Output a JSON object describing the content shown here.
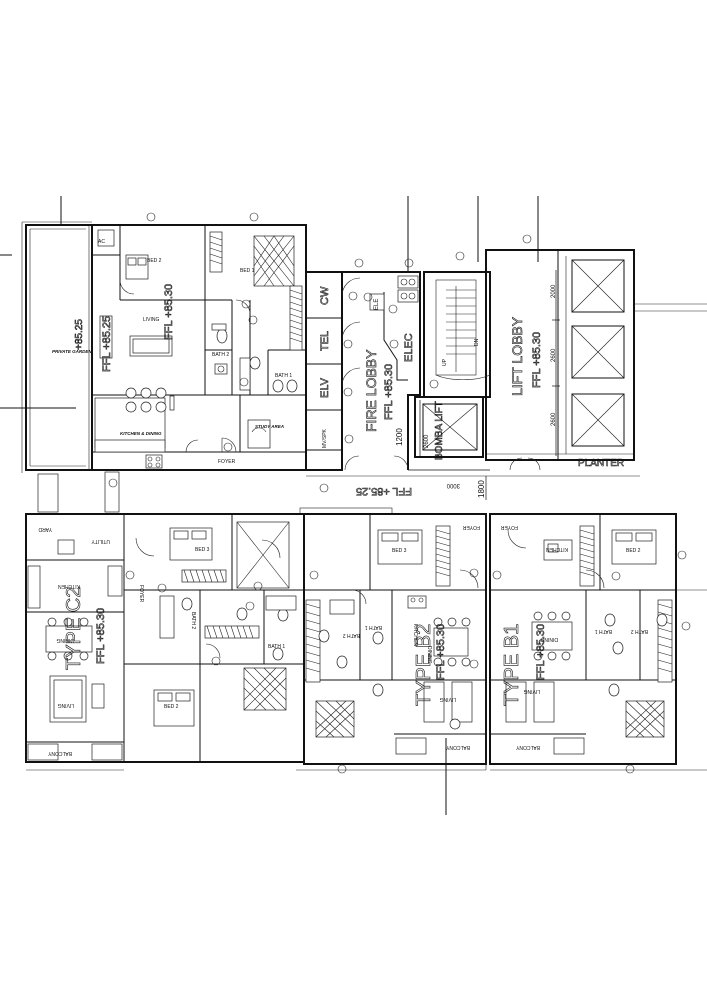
{
  "labels": {
    "ac": "AC",
    "bed2_top": "BED 2",
    "bed1_top": "BED 1",
    "living_top": "LIVING",
    "bath2_top": "BATH 2",
    "bath1_top": "BATH 1",
    "private_garden": "PRIVATE GARDEN",
    "kitchen_dining_top": "KITCHEN & DINING",
    "study_area": "STUDY AREA",
    "foyer_top": "FOYER",
    "cw": "CW",
    "tel": "TEL",
    "elv": "ELV",
    "mv_spk": "MV/SPK",
    "ele": "ELE",
    "elec": "ELEC",
    "fire_lobby": "FIRE LOBBY",
    "lift_lobby": "LIFT LOBBY",
    "bomba_lift": "BOMBA LIFT",
    "planter": "PLANTER",
    "up": "UP",
    "dn": "DN",
    "utility": "UTILITY",
    "yard": "YARD",
    "kitchen_c2": "KITCHEN",
    "dining_c2": "DINING",
    "living_c2": "LIVING",
    "balcony_c2": "BALCONY",
    "bed3_c2": "BED 3",
    "bed2_c2": "BED 2",
    "bath2_c2": "BATH 2",
    "bath1_c2": "BATH 1",
    "foyer_c2": "FOYER",
    "type_c2": "TYPE C2",
    "bed3_b2": "BED 3",
    "kitchen_b2": "KITCHEN",
    "dining_b2": "DINING",
    "living_b2": "LIVING",
    "balcony_b2": "BALCONY",
    "foyer_b2": "FOYER",
    "bath2_b2": "BATH 2",
    "bath1_b2": "BATH 1",
    "type_b2": "TYPE B2",
    "kitchen_b1": "KITCHEN",
    "dining_b1": "DINING",
    "living_b1": "LIVING",
    "balcony_b1": "BALCONY",
    "foyer_b1": "FOYER",
    "bed2_b1": "BED 2",
    "bath1_b1": "BATH 1",
    "bath2_b1": "BATH 2",
    "type_b1": "TYPE B1",
    "ffl_garden": "FFL +85.25",
    "ffl_garden_edge": "+85.25",
    "ffl_unit_top": "FFL +85.30",
    "ffl_fire_lobby": "FFL +85.30",
    "ffl_lift_lobby": "FFL +85.30",
    "ffl_corridor": "FFL +85.25",
    "ffl_c2": "FFL +85.30",
    "ffl_b2": "FFL +85.30",
    "ffl_b1": "FFL +85.30",
    "dim_1200": "1200",
    "dim_1800": "1800",
    "dim_2000": "2000",
    "dim_2600a": "2600",
    "dim_2600b": "2600",
    "dim_2600c": "2600",
    "dim_3000": "3000"
  }
}
